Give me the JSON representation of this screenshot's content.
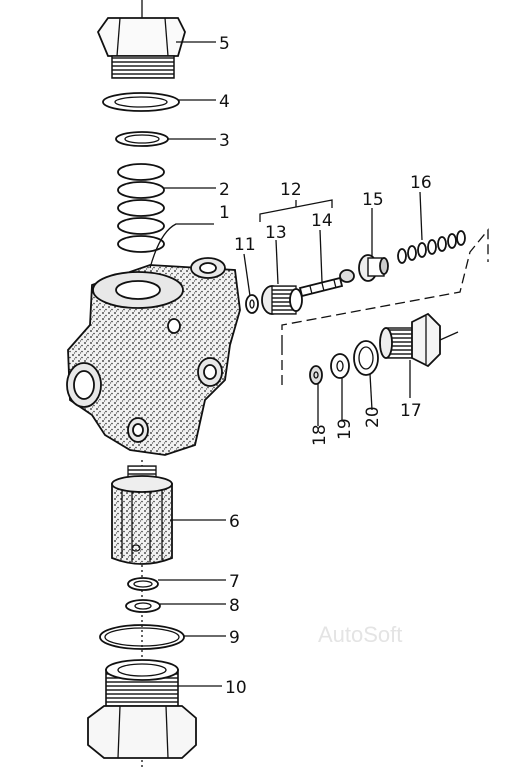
{
  "diagram": {
    "labels": [
      "1",
      "2",
      "3",
      "4",
      "5",
      "6",
      "7",
      "8",
      "9",
      "10",
      "11",
      "12",
      "13",
      "14",
      "15",
      "16",
      "17",
      "18",
      "19",
      "20"
    ],
    "watermark": "AutoSoft"
  }
}
